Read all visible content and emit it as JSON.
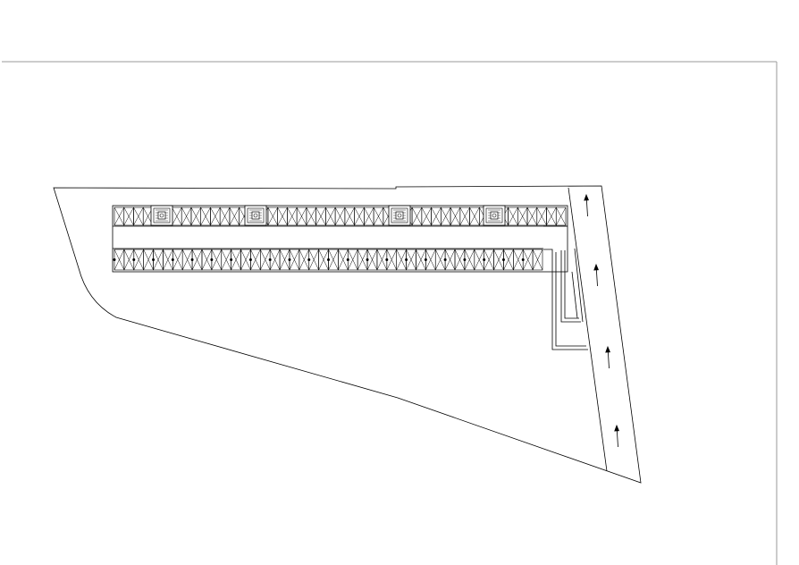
{
  "drawing": {
    "line_color": "#000000",
    "frame_color": "#9a9a9a",
    "background": "#ffffff",
    "upper_row_spaces": 47,
    "lower_row_spaces": 44,
    "cores": 4,
    "road_arrows": 4,
    "road_arrow_direction": "up"
  }
}
